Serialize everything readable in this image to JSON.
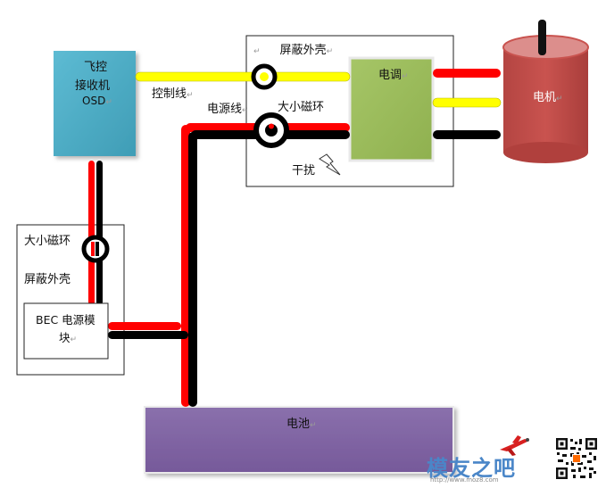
{
  "labels": {
    "fc_line1": "飞控",
    "fc_line2": "接收机",
    "fc_line3": "OSD",
    "shield_top": "屏蔽外壳",
    "esc": "电调",
    "motor": "电机",
    "control_wire": "控制线",
    "power_wire": "电源线",
    "ferrite_top": "大小磁环",
    "interference": "干扰",
    "ferrite_left": "大小磁环",
    "shield_left": "屏蔽外壳",
    "bec_line1": "BEC 电源模",
    "bec_line2": "块",
    "battery": "电池",
    "return_mark": "↵"
  },
  "watermark": {
    "brand": "模友之吧",
    "url": "http://www.moz8.com"
  },
  "colors": {
    "fc_fill": "#4bacc6",
    "esc_fill": "#9bbb59",
    "motor_fill": "#c0504d",
    "battery_fill": "#8064a2",
    "wire_red": "#ff0000",
    "wire_black": "#000000",
    "wire_yellow": "#ffff00"
  }
}
